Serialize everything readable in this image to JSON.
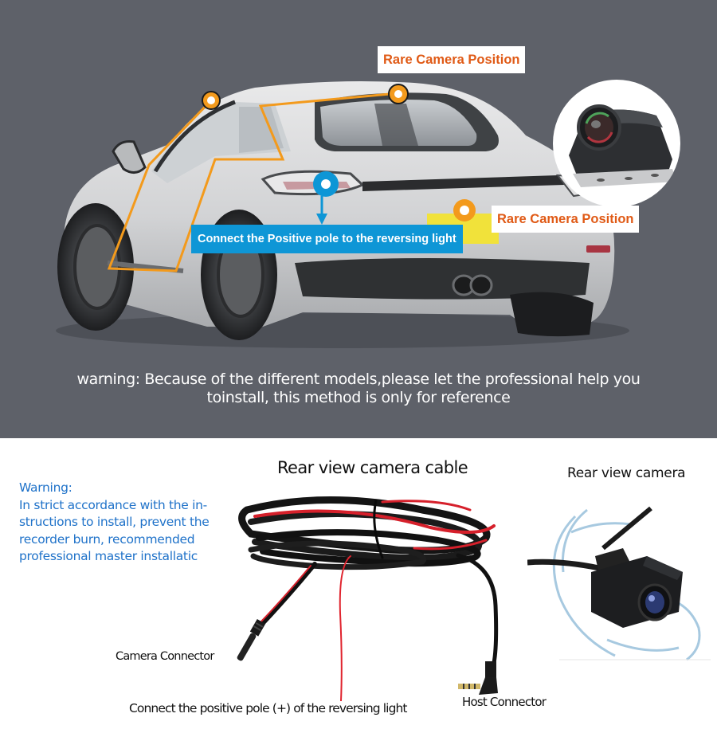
{
  "top_section": {
    "callouts": {
      "rare_camera_top": "Rare Camera Position",
      "rare_camera_plate": "Rare Camera Position",
      "connect_positive": "Connect the Positive pole to the reversing light"
    },
    "warning_line1": "warning: Because of the different models,please let the professional help you",
    "warning_line2": "toinstall, this method is only for reference",
    "colors": {
      "background": "#5e6169",
      "orange_accent": "#f39a1c",
      "callout_text_orange": "#e05a16",
      "blue_accent": "#0e96d6"
    }
  },
  "bottom_section": {
    "warning": {
      "title": "Warning:",
      "lines": [
        "In strict accordance with the in-",
        "structions to install, prevent the",
        "recorder burn, recommended",
        "professional master installatic"
      ],
      "color": "#1f72c9"
    },
    "cable_title": "Rear view camera cable",
    "camera_title": "Rear view camera",
    "labels": {
      "camera_connector": "Camera Connector",
      "host_connector": "Host Connector",
      "positive_pole": "Connect the positive pole (+) of the reversing light"
    }
  }
}
